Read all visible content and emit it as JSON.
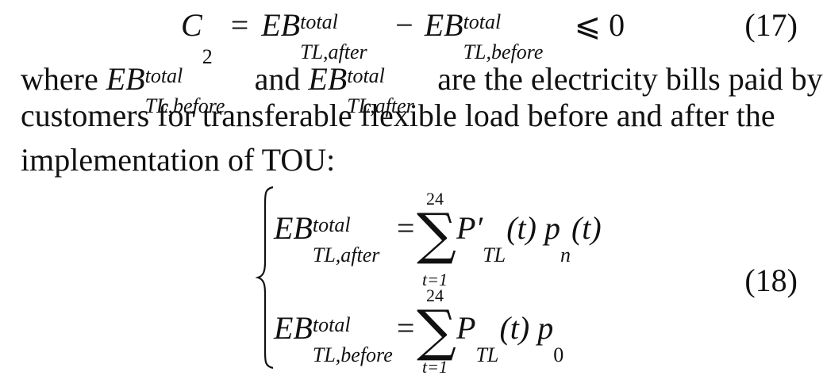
{
  "eq17": {
    "lhs": "C",
    "lhs_sub": "2",
    "eq": "=",
    "term1": "EB",
    "term1_sup": "total",
    "term1_sub": "TL,after",
    "minus": "−",
    "term2": "EB",
    "term2_sup": "total",
    "term2_sub": "TL,before",
    "rel": "⩽ 0",
    "number": "(17)"
  },
  "text": {
    "w1": "where",
    "v1": "EB",
    "v1_sup": "total",
    "v1_sub": "TL,before",
    "w2": "and",
    "v2": "EB",
    "v2_sup": "total",
    "v2_sub": "TL,after",
    "w3": "are the electricity bills paid by",
    "line2": "customers for transferable flexible load before and after the",
    "line3": "implementation of TOU:"
  },
  "eq18": {
    "row1": {
      "lhs": "EB",
      "lhs_sup": "total",
      "lhs_sub": "TL,after",
      "eq": "=",
      "sum_upper": "24",
      "sum_lower": "t=1",
      "sigma": "∑",
      "p": "P′",
      "p_sub": "TL",
      "rest": "(t) p",
      "rest_sub": "n",
      "tail": "(t)"
    },
    "row2": {
      "lhs": "EB",
      "lhs_sup": "total",
      "lhs_sub": "TL,before",
      "eq": "=",
      "sum_upper": "24",
      "sum_lower": "t=1",
      "sigma": "∑",
      "p": "P",
      "p_sub": "TL",
      "rest": "(t) p",
      "rest_sub": "0"
    },
    "number": "(18)"
  }
}
